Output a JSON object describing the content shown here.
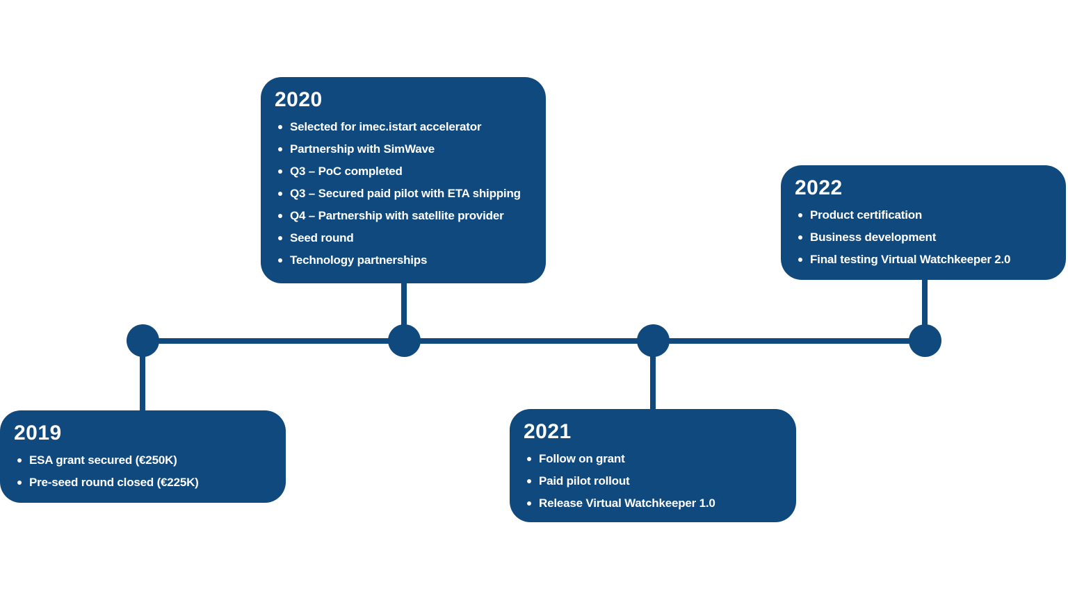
{
  "colors": {
    "primary": "#10497E",
    "background": "#FFFFFF",
    "card_text": "#FFFFFF"
  },
  "timeline": {
    "milestones": [
      {
        "year": "2019",
        "placement": "below-line",
        "items": [
          "ESA grant secured (€250K)",
          "Pre-seed round closed (€225K)"
        ]
      },
      {
        "year": "2020",
        "placement": "above-line",
        "items": [
          "Selected for imec.istart accelerator",
          "Partnership with SimWave",
          "Q3 – PoC completed",
          "Q3 – Secured paid pilot with ETA shipping",
          "Q4 – Partnership with satellite provider",
          "Seed round",
          "Technology partnerships"
        ]
      },
      {
        "year": "2021",
        "placement": "below-line",
        "items": [
          "Follow on grant",
          "Paid pilot rollout",
          "Release Virtual Watchkeeper 1.0"
        ]
      },
      {
        "year": "2022",
        "placement": "above-line",
        "items": [
          "Product certification",
          "Business development",
          "Final testing Virtual Watchkeeper 2.0"
        ]
      }
    ]
  }
}
